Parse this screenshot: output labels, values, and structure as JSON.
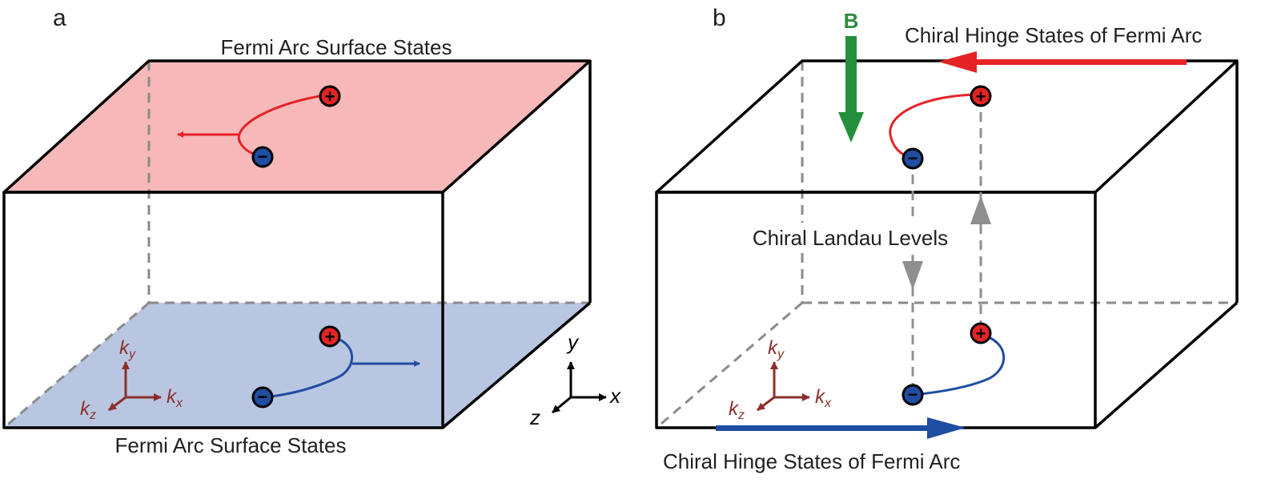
{
  "panels": {
    "a": {
      "label": "a",
      "top_surface_label": "Fermi Arc Surface States",
      "bottom_surface_label": "Fermi Arc Surface States",
      "colors": {
        "top_surface": "#f7b8b9",
        "bottom_surface": "#b9c6e2",
        "red": "#e52325",
        "blue": "#1f4da1"
      }
    },
    "b": {
      "label": "b",
      "field_label": "B",
      "top_hinge_label": "Chiral Hinge States of Fermi Arc",
      "bottom_hinge_label": "Chiral Hinge States of Fermi Arc",
      "landau_label": "Chiral Landau Levels",
      "colors": {
        "field": "#24903d",
        "red": "#e52325",
        "blue": "#1f4da1",
        "landau": "#8f8f8f"
      }
    }
  },
  "weyl_points": {
    "positive_symbol": "+",
    "negative_symbol": "−"
  },
  "k_axes": {
    "y": "k",
    "y_sub": "y",
    "x": "k",
    "x_sub": "x",
    "z": "k",
    "z_sub": "z",
    "color": "#8b2f2a"
  },
  "real_axes": {
    "y": "y",
    "x": "x",
    "z": "z"
  }
}
